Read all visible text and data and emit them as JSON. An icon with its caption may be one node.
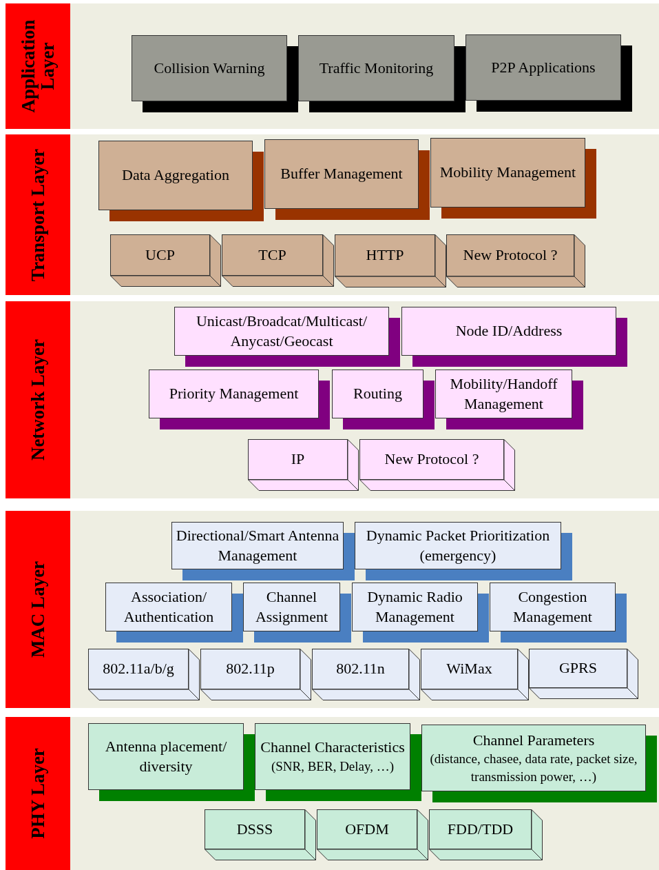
{
  "diagram": {
    "nodes": [
      {
        "text": [
          "Application Layer"
        ]
      },
      {
        "text": [
          "Collision Warning"
        ],
        "in": 0
      },
      {
        "text": [
          "Traffic Monitoring"
        ],
        "in": 0
      },
      {
        "text": [
          "P2P Applications"
        ],
        "in": 0
      },
      {
        "text": [
          "Transport Layer"
        ]
      },
      {
        "text": [
          "Data Aggregation"
        ],
        "in": 4
      },
      {
        "text": [
          "Buffer Management"
        ],
        "in": 4
      },
      {
        "text": [
          "Mobility Management"
        ],
        "in": 4
      },
      {
        "text": [
          "UCP"
        ],
        "in": 4
      },
      {
        "text": [
          "TCP"
        ],
        "in": 4
      },
      {
        "text": [
          "HTTP"
        ],
        "in": 4
      },
      {
        "text": [
          "New Protocol ?"
        ],
        "in": 4
      },
      {
        "text": [
          "Network Layer"
        ]
      },
      {
        "text": [
          "Unicast/Broadcat/Multicast/ Anycast/Geocast"
        ],
        "in": 12
      },
      {
        "text": [
          "Node ID/Address"
        ],
        "in": 12
      },
      {
        "text": [
          "Priority Management"
        ],
        "in": 12
      },
      {
        "text": [
          "Routing"
        ],
        "in": 12
      },
      {
        "text": [
          "Mobility/Handoff Management"
        ],
        "in": 12
      },
      {
        "text": [
          "IP"
        ],
        "in": 12
      },
      {
        "text": [
          "New Protocol ?"
        ],
        "in": 12
      },
      {
        "text": [
          "MAC Layer"
        ]
      },
      {
        "text": [
          "Directional/Smart Antenna Management"
        ],
        "in": 20
      },
      {
        "text": [
          "Dynamic Packet Prioritization (emergency)"
        ],
        "in": 20
      },
      {
        "text": [
          "Association/ Authentication"
        ],
        "in": 20
      },
      {
        "text": [
          "Channel Assignment"
        ],
        "in": 20
      },
      {
        "text": [
          "Dynamic Radio Management"
        ],
        "in": 20
      },
      {
        "text": [
          "Congestion Management"
        ],
        "in": 20
      },
      {
        "text": [
          "802.11a/b/g"
        ],
        "in": 20
      },
      {
        "text": [
          "802.11p"
        ],
        "in": 20
      },
      {
        "text": [
          "802.11n"
        ],
        "in": 20
      },
      {
        "text": [
          "WiMax"
        ],
        "in": 20
      },
      {
        "text": [
          "GPRS"
        ],
        "in": 20
      },
      {
        "text": [
          "PHY Layer"
        ]
      },
      {
        "text": [
          "Antenna placement/ diversity"
        ],
        "in": 32
      },
      {
        "text": [
          "Channel Characteristics",
          "(SNR, BER, Delay, …)"
        ],
        "in": 32
      },
      {
        "text": [
          "Channel Parameters",
          "(distance, chasee, data rate, packet size, transmission power, …)"
        ],
        "in": 32
      },
      {
        "text": [
          "DSSS"
        ],
        "in": 32
      },
      {
        "text": [
          "OFDM"
        ],
        "in": 32
      },
      {
        "text": [
          "FDD/TDD"
        ],
        "in": 32
      }
    ]
  }
}
